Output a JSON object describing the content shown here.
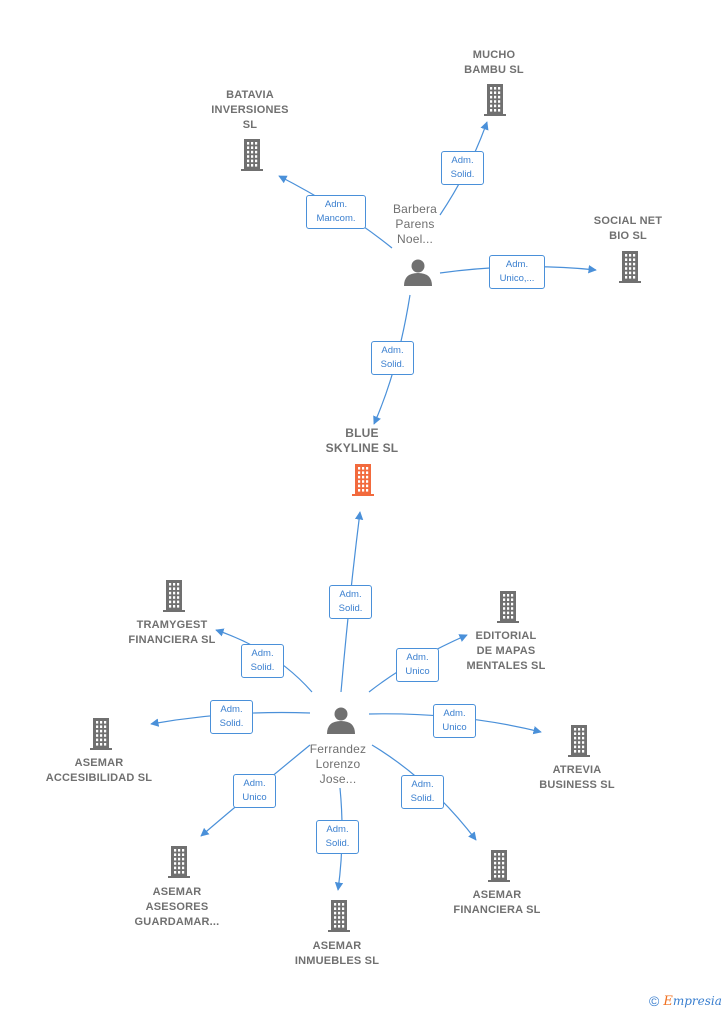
{
  "center": {
    "lines": [
      "BLUE",
      "SKYLINE  SL"
    ],
    "color": "#f26a3d"
  },
  "persons": [
    {
      "id": "barbera",
      "lines": [
        "Barbera",
        "Parens",
        "Noel..."
      ]
    },
    {
      "id": "ferrandez",
      "lines": [
        "Ferrandez",
        "Lorenzo",
        "Jose..."
      ]
    }
  ],
  "companies": [
    {
      "id": "mucho",
      "lines": [
        "MUCHO",
        "BAMBU  SL"
      ]
    },
    {
      "id": "batavia",
      "lines": [
        "BATAVIA",
        "INVERSIONES",
        "SL"
      ]
    },
    {
      "id": "socialnet",
      "lines": [
        "SOCIAL NET",
        "BIO  SL"
      ]
    },
    {
      "id": "tramygest",
      "lines": [
        "TRAMYGEST",
        "FINANCIERA SL"
      ]
    },
    {
      "id": "editorial",
      "lines": [
        "EDITORIAL",
        "DE MAPAS",
        "MENTALES  SL"
      ]
    },
    {
      "id": "accesibilidad",
      "lines": [
        "ASEMAR",
        "ACCESIBILIDAD SL"
      ]
    },
    {
      "id": "atrevia",
      "lines": [
        "ATREVIA",
        "BUSINESS SL"
      ]
    },
    {
      "id": "asesores",
      "lines": [
        "ASEMAR",
        "ASESORES",
        "GUARDAMAR..."
      ]
    },
    {
      "id": "financiera",
      "lines": [
        "ASEMAR",
        "FINANCIERA SL"
      ]
    },
    {
      "id": "inmuebles",
      "lines": [
        "ASEMAR",
        "INMUEBLES SL"
      ]
    }
  ],
  "edges": [
    {
      "from": "barbera",
      "to": "mucho",
      "lines": [
        "Adm.",
        "Solid."
      ]
    },
    {
      "from": "barbera",
      "to": "batavia",
      "lines": [
        "Adm.",
        "Mancom."
      ]
    },
    {
      "from": "barbera",
      "to": "socialnet",
      "lines": [
        "Adm.",
        "Unico,..."
      ]
    },
    {
      "from": "barbera",
      "to": "center",
      "lines": [
        "Adm.",
        "Solid."
      ]
    },
    {
      "from": "ferrandez",
      "to": "center",
      "lines": [
        "Adm.",
        "Solid."
      ]
    },
    {
      "from": "ferrandez",
      "to": "tramygest",
      "lines": [
        "Adm.",
        "Solid."
      ]
    },
    {
      "from": "ferrandez",
      "to": "editorial",
      "lines": [
        "Adm.",
        "Unico"
      ]
    },
    {
      "from": "ferrandez",
      "to": "accesibilidad",
      "lines": [
        "Adm.",
        "Solid."
      ]
    },
    {
      "from": "ferrandez",
      "to": "atrevia",
      "lines": [
        "Adm.",
        "Unico"
      ]
    },
    {
      "from": "ferrandez",
      "to": "asesores",
      "lines": [
        "Adm.",
        "Unico"
      ]
    },
    {
      "from": "ferrandez",
      "to": "financiera",
      "lines": [
        "Adm.",
        "Solid."
      ]
    },
    {
      "from": "ferrandez",
      "to": "inmuebles",
      "lines": [
        "Adm.",
        "Solid."
      ]
    }
  ],
  "colors": {
    "edge": "#4a90d9",
    "building": "#707070",
    "person": "#707070"
  },
  "footer": {
    "copyright": "©",
    "brand_initial": "E",
    "brand_rest": "mpresia"
  }
}
